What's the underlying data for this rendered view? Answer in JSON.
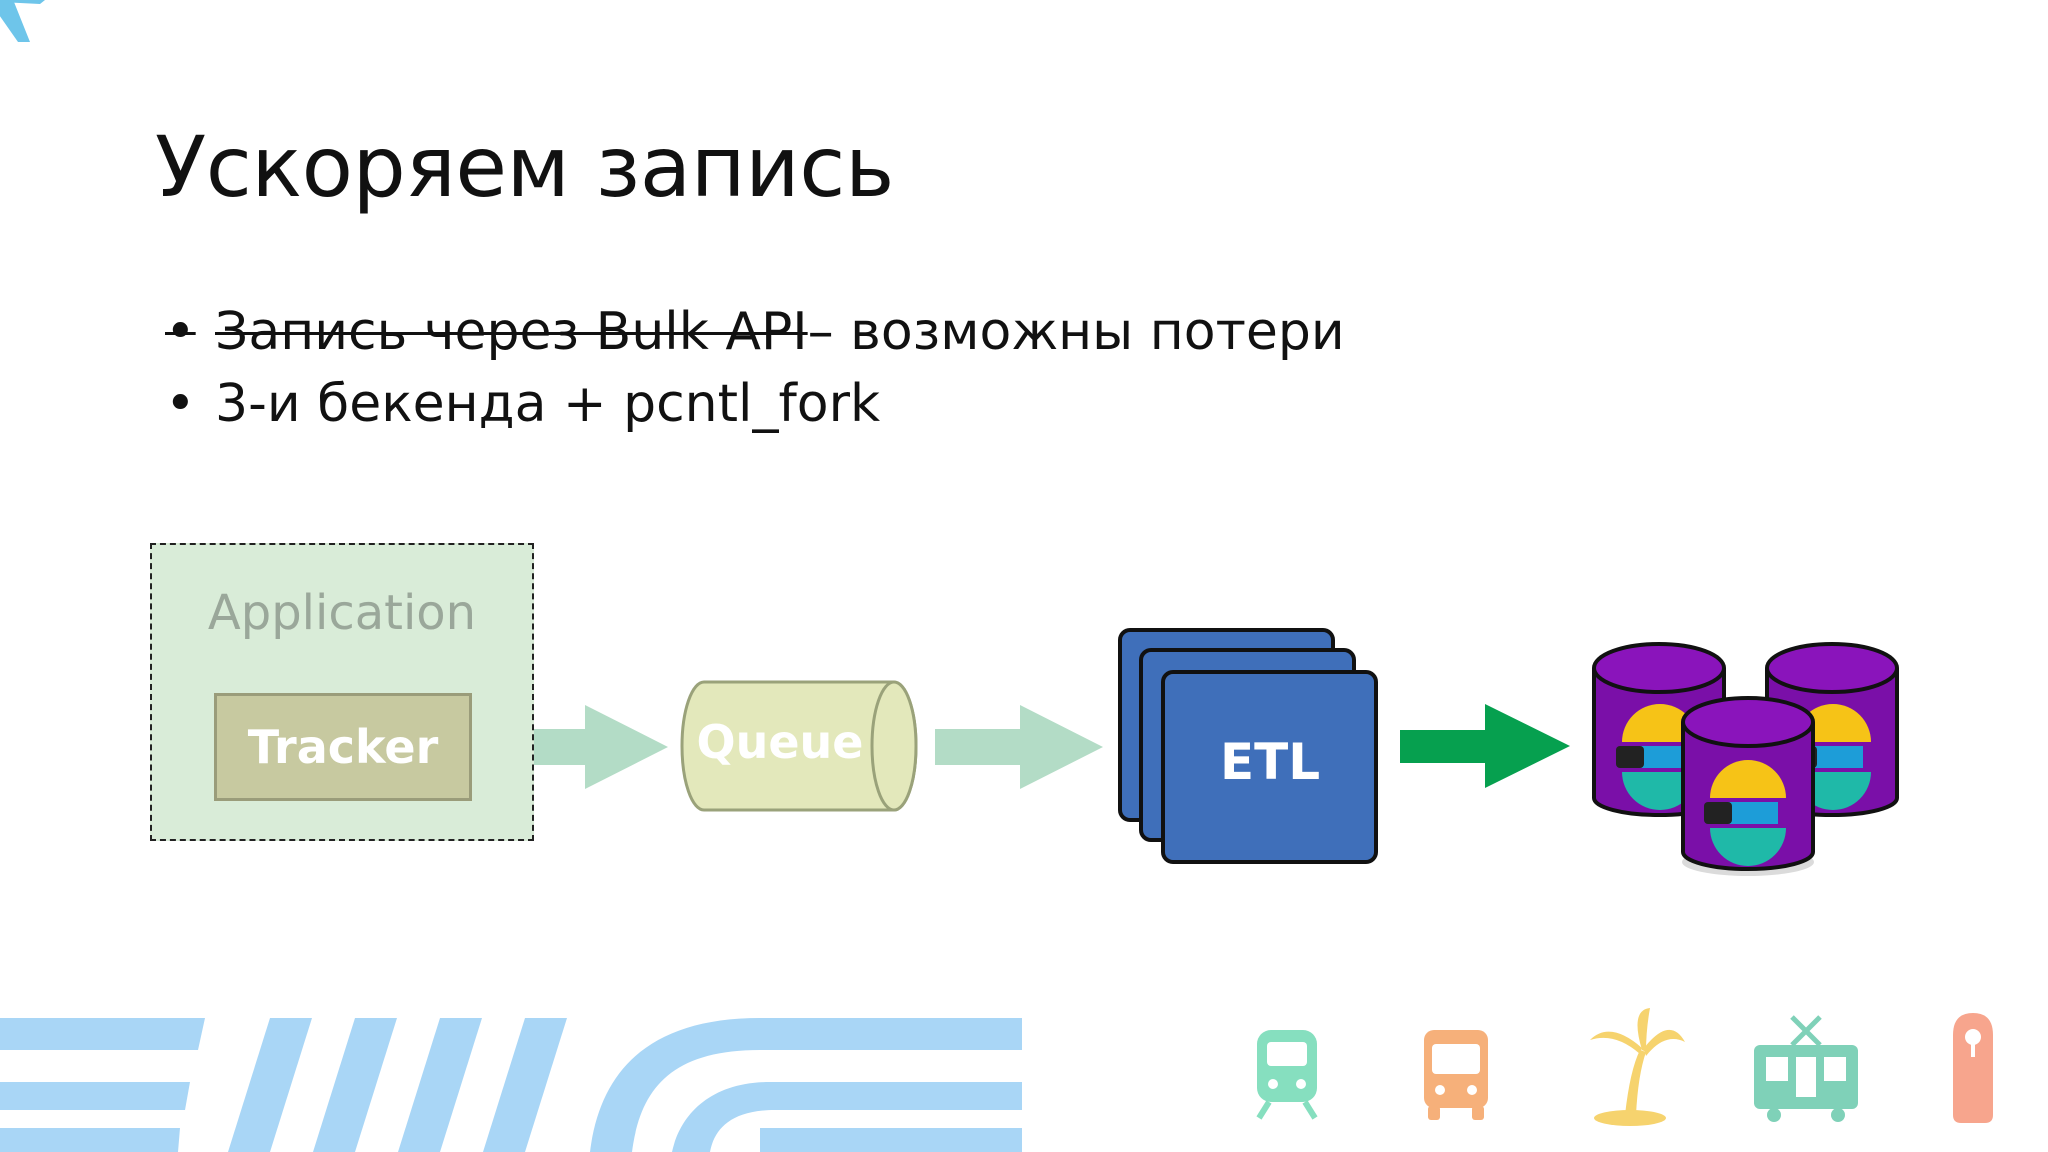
{
  "slide": {
    "title": "Ускоряем запись",
    "bullets": [
      {
        "marker": "•",
        "struck_text": "Запись через Bulk API",
        "text": " – возможны потери",
        "struck": true
      },
      {
        "marker": "•",
        "text": "3-и бекенда + pcntl_fork",
        "struck": false
      }
    ]
  },
  "diagram": {
    "application_label": "Application",
    "tracker_label": "Tracker",
    "queue_label": "Queue",
    "etl_label": "ETL",
    "colors": {
      "application_fill": "#d9ecd8",
      "tracker_fill": "#c7c9a0",
      "queue_fill": "#e3e8bb",
      "faded_arrow": "#b3dcc6",
      "strong_arrow": "#06a04f",
      "etl_fill": "#3f6fba",
      "db_fill": "#7a0fa8"
    }
  },
  "footer": {
    "icons": [
      "airplane-icon",
      "train-icon",
      "bus-icon",
      "palm-tree-icon",
      "tram-icon",
      "hotel-door-hanger-icon"
    ],
    "icon_colors": [
      "#6ec5ea",
      "#86dfbf",
      "#f6b07a",
      "#f6d36e",
      "#7fd1b8",
      "#f7a58d"
    ],
    "stripe_color": "#a9d6f6"
  }
}
